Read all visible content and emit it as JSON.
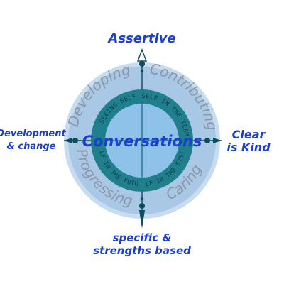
{
  "center": {
    "label": "Conversations"
  },
  "compass": {
    "north": "Assertive",
    "east_line1": "Clear",
    "east_line2": "is Kind",
    "south_line1": "specific &",
    "south_line2": "strengths based",
    "west_line1": "Development",
    "west_line2": "& change"
  },
  "outer_ring": {
    "top_left": "Developing",
    "top_right": "Contributing",
    "bottom_right": "Caring",
    "bottom_left": "Progressing"
  },
  "inner_ring": {
    "top_left": "SEEING SELF",
    "top_right": "SELF IN THE TEAM",
    "bottom_right": "SELF IN THE SYSTEM",
    "bottom_left": "SELF IN THE FUTURE"
  },
  "colors": {
    "outer_halo": "#c7dcef",
    "outer_ring": "#a9c8e6",
    "inner_band": "#1f7f8c",
    "center_disc": "#8fc2e8",
    "text_blue": "#1b3fcf",
    "arrow": "#0f4c5c"
  }
}
